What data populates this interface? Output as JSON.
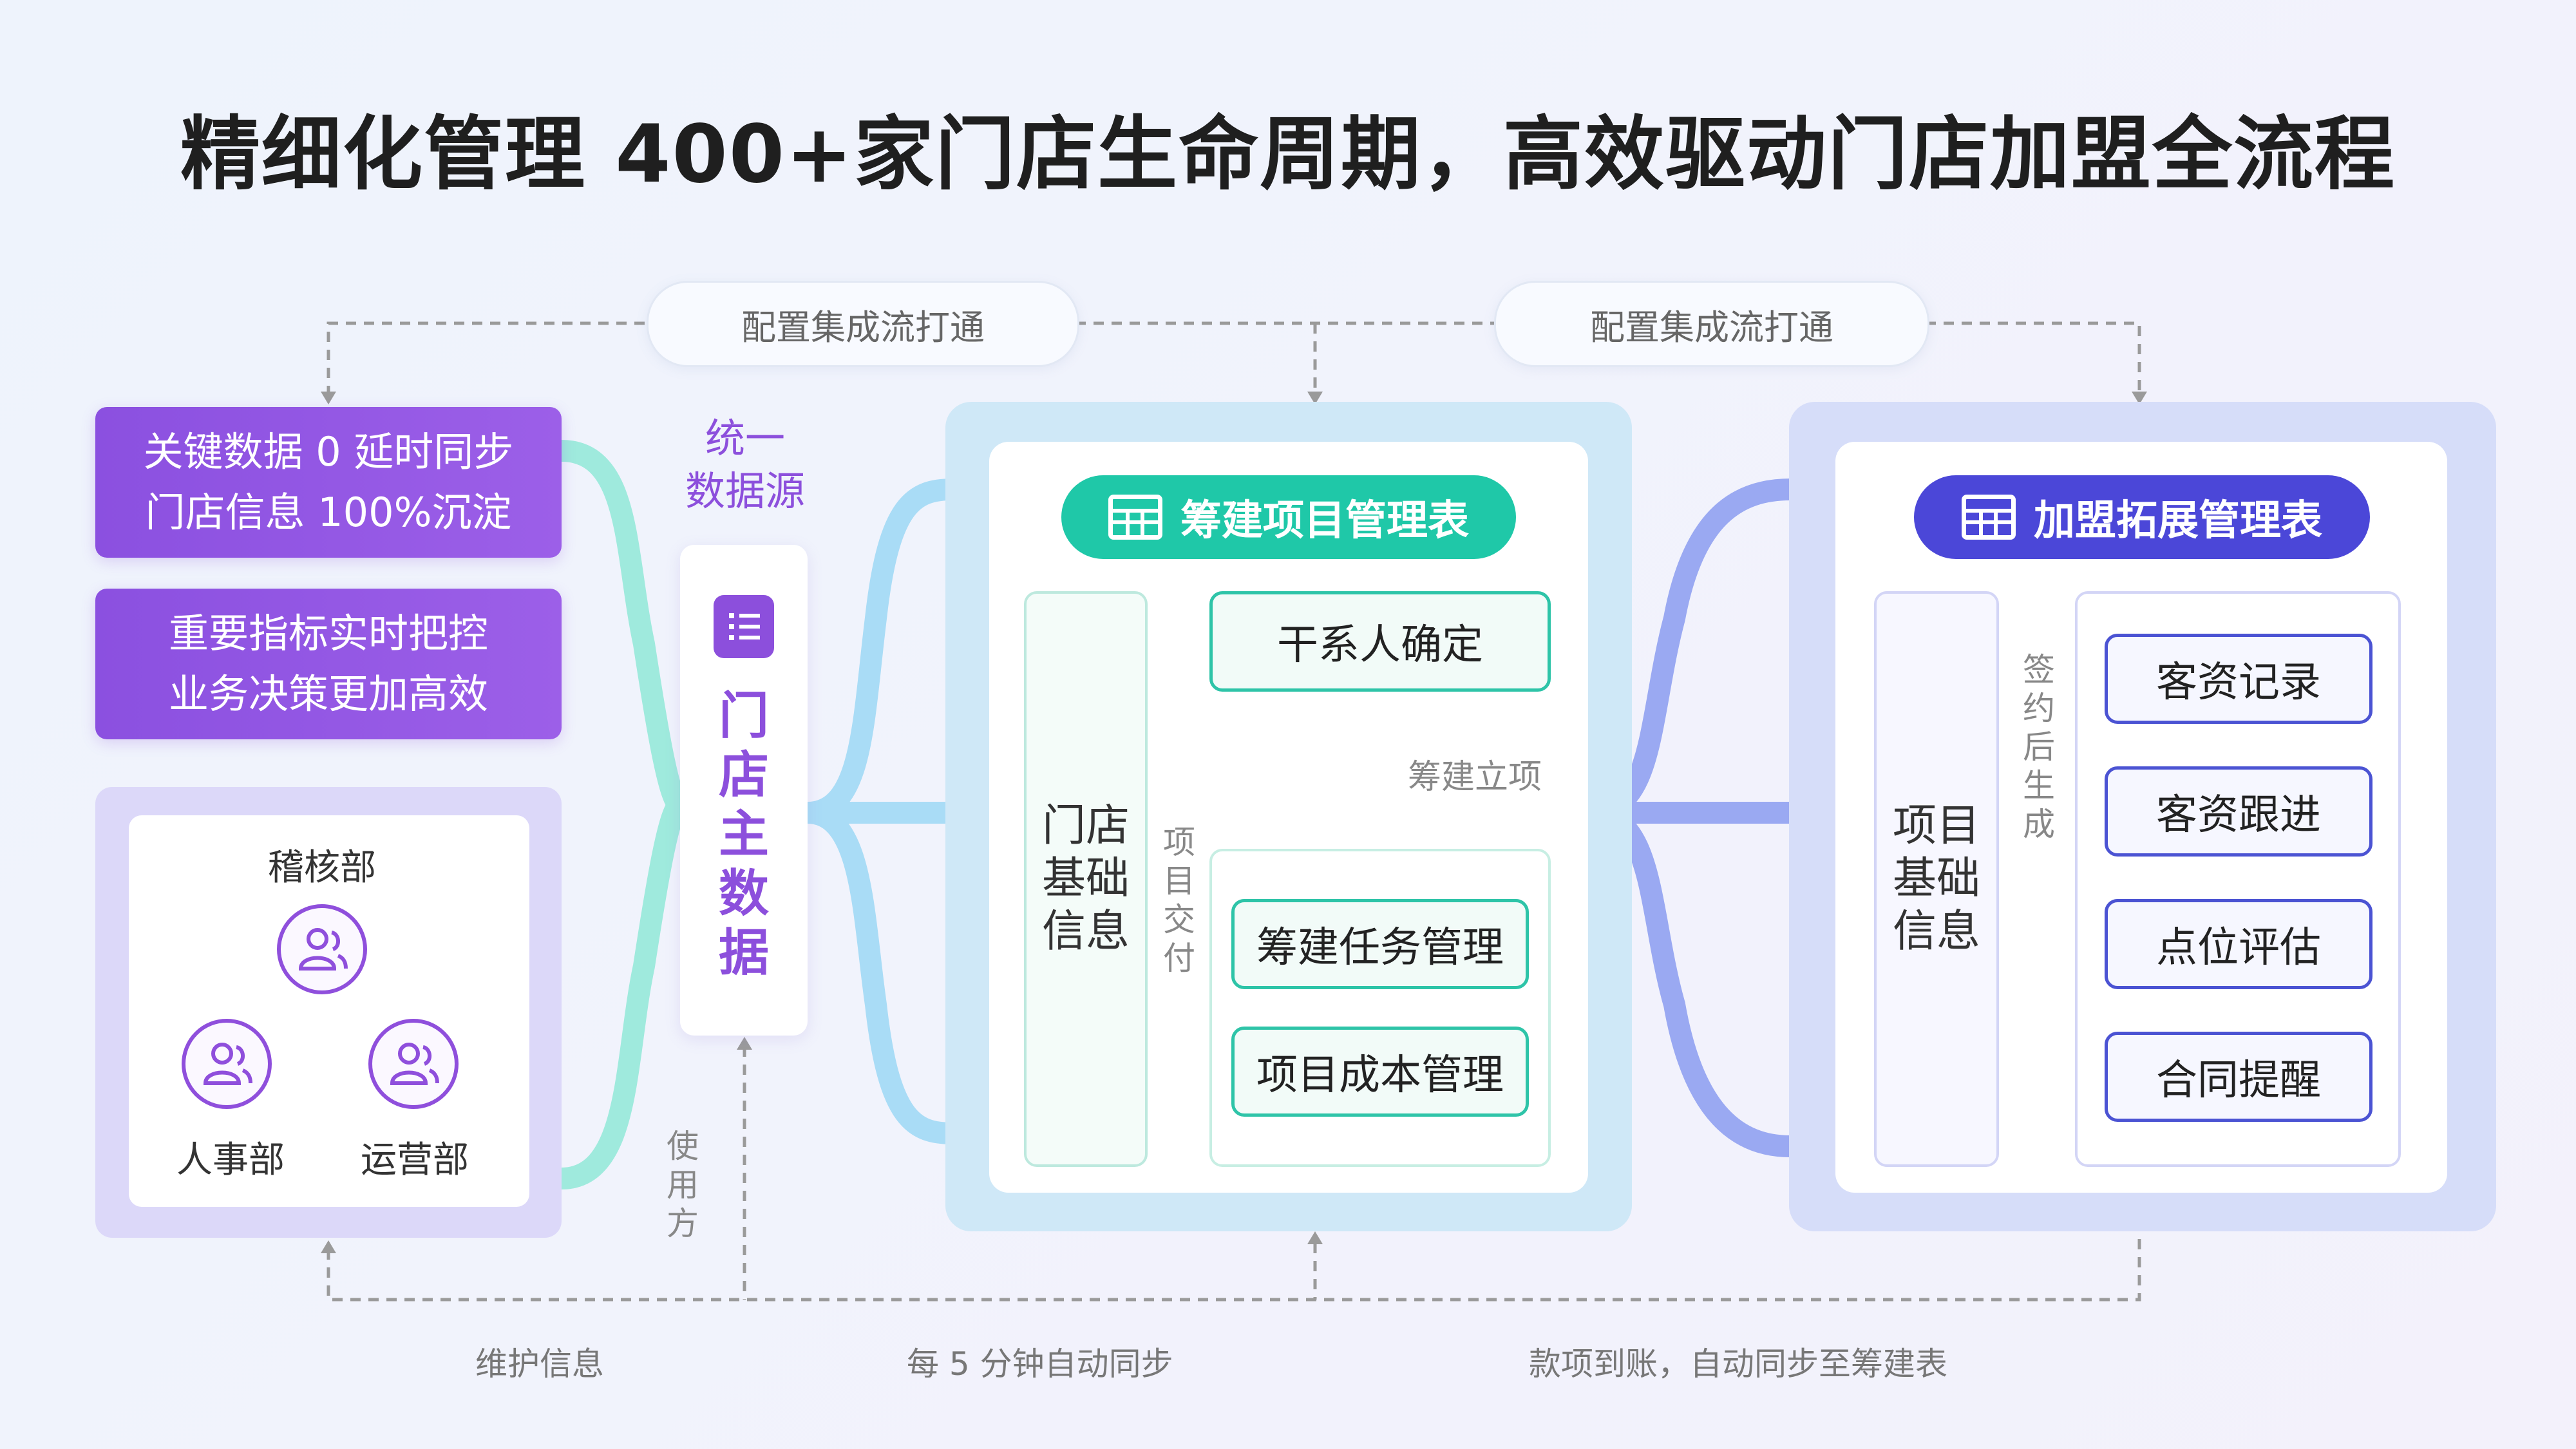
{
  "title": "精细化管理 400+家门店生命周期，高效驱动门店加盟全流程",
  "top_pills": [
    "配置集成流打通",
    "配置集成流打通"
  ],
  "left_benefits": [
    [
      "关键数据 0 延时同步",
      "门店信息 100%沉淀"
    ],
    [
      "重要指标实时把控",
      "业务决策更加高效"
    ]
  ],
  "departments": [
    "稽核部",
    "人事部",
    "运营部"
  ],
  "user_side_label": "使用方",
  "unified_source": [
    "统一",
    "数据源"
  ],
  "store_master": "门店主数据",
  "center_panel": {
    "header": "筹建项目管理表",
    "side_column": [
      "门店",
      "基础",
      "信息"
    ],
    "stakeholder": "干系人确定",
    "arrow_label": "筹建立项",
    "tasks": [
      "筹建任务管理",
      "项目成本管理"
    ],
    "delivery_label": "项目交付"
  },
  "right_panel": {
    "header": "加盟拓展管理表",
    "side_column": [
      "项目",
      "基础",
      "信息"
    ],
    "generate_label": "签约后生成",
    "items": [
      "客资记录",
      "客资跟进",
      "点位评估",
      "合同提醒"
    ]
  },
  "bottom_labels": [
    "维护信息",
    "每 5 分钟自动同步",
    "款项到账，自动同步至筹建表"
  ],
  "colors": {
    "purple": "#8c4fdc",
    "teal": "#1fc8a8",
    "indigo": "#4b47d8",
    "sky_connector": "#a9dcf6",
    "mint_connector": "#9feadd",
    "blue_connector": "#9aa9f2"
  }
}
